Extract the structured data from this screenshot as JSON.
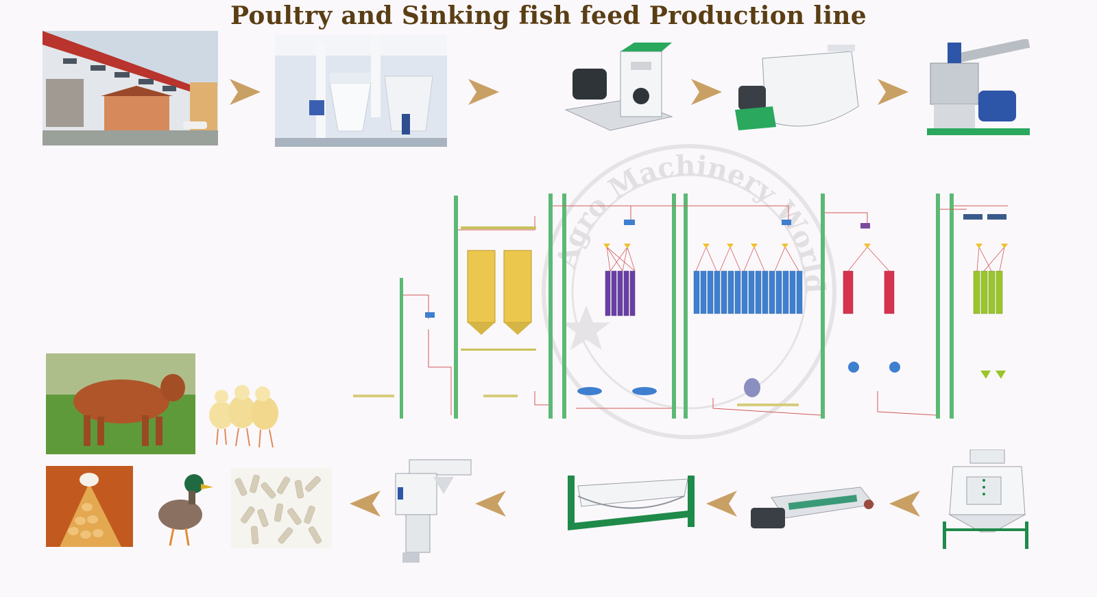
{
  "title": "Poultry and Sinking fish feed Production line",
  "watermark": {
    "text": "Agro Machinery World"
  },
  "colors": {
    "title": "#5a3e14",
    "arrow": "#c9a063",
    "pipe_green": "#4fae68",
    "line_red": "#d24a4a",
    "silo_yellow": "#ecc74d",
    "bin_purple": "#6a3fa5",
    "bin_blue": "#3f7fcf",
    "bin_red": "#d6334f",
    "bin_green": "#9ac52b",
    "machine_frame": "#1f8a4a"
  },
  "steps_top": [
    {
      "icon": "factory-building-photo"
    },
    {
      "icon": "plant-interior-photo"
    },
    {
      "icon": "hammer-mill-photo"
    },
    {
      "icon": "mixer-machine-photo"
    },
    {
      "icon": "pellet-mill-photo"
    }
  ],
  "steps_bottom": [
    {
      "icon": "counterflow-cooler-photo"
    },
    {
      "icon": "crumbler-photo"
    },
    {
      "icon": "rotary-sifter-photo"
    },
    {
      "icon": "packing-scale-photo"
    },
    {
      "icon": "feed-pellets-photo"
    }
  ],
  "products": [
    {
      "icon": "cow-photo"
    },
    {
      "icon": "chicks-photo"
    },
    {
      "icon": "hen-eggs-photo"
    },
    {
      "icon": "duck-photo"
    }
  ]
}
